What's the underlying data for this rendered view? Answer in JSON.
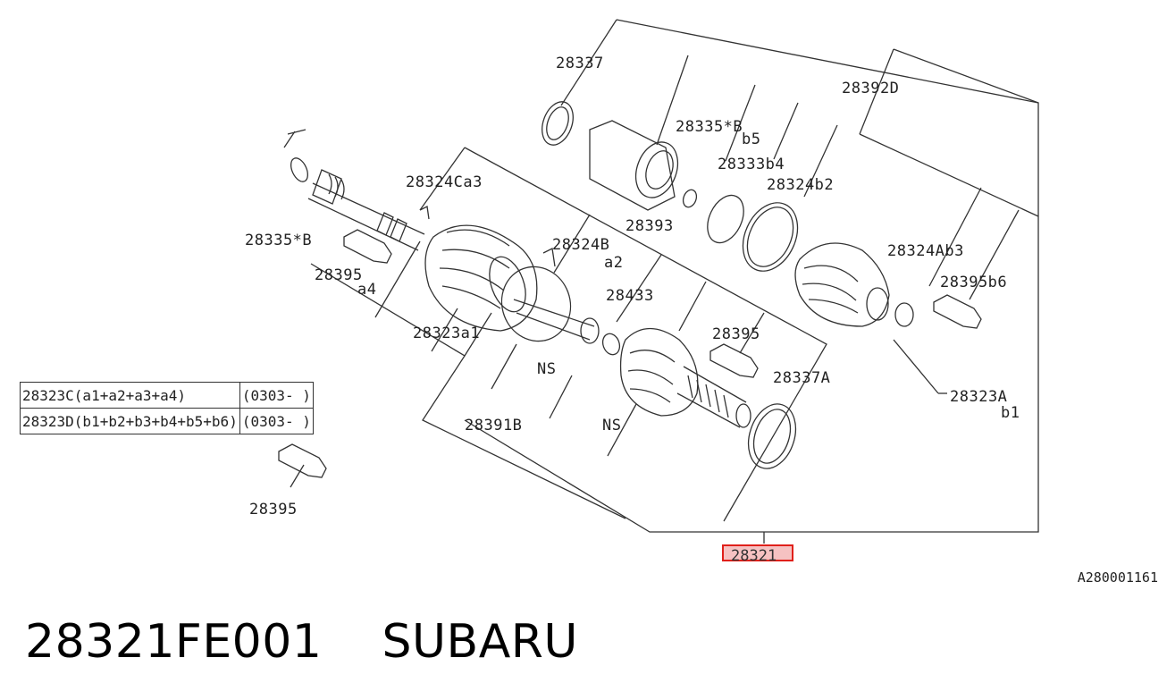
{
  "labels": {
    "p28337": "28337",
    "p28392D": "28392D",
    "p28335B_b5_a": "28335*B",
    "p28335B_b5_b": "b5",
    "p28333b4": "28333b4",
    "p28324b2": "28324b2",
    "p28324Ca3": "28324Ca3",
    "p28393": "28393",
    "p28324B_a": "28324B",
    "p28324B_b": "a2",
    "p28335B_left": "28335*B",
    "p28395a4_a": "28395",
    "p28395a4_b": "a4",
    "p28433": "28433",
    "p28323a1": "28323a1",
    "p28324Ab3": "28324Ab3",
    "p28395b6": "28395b6",
    "p28395_mid": "28395",
    "p28337A": "28337A",
    "p28323A_a": "28323A",
    "p28323A_b": "b1",
    "ns1": "NS",
    "ns2": "NS",
    "p28391B": "28391B",
    "p28395_bottom": "28395",
    "p28321": "28321"
  },
  "kit_table": [
    {
      "part": "28323C(a1+a2+a3+a4)",
      "range": "(0303- )"
    },
    {
      "part": "28323D(b1+b2+b3+b4+b5+b6)",
      "range": "(0303- )"
    }
  ],
  "diagram_code": "A280001161",
  "footer": {
    "part_number": "28321FE001",
    "brand": "SUBARU"
  },
  "colors": {
    "highlight_border": "#e0201a",
    "highlight_fill": "#eb7878",
    "line": "#333333"
  }
}
